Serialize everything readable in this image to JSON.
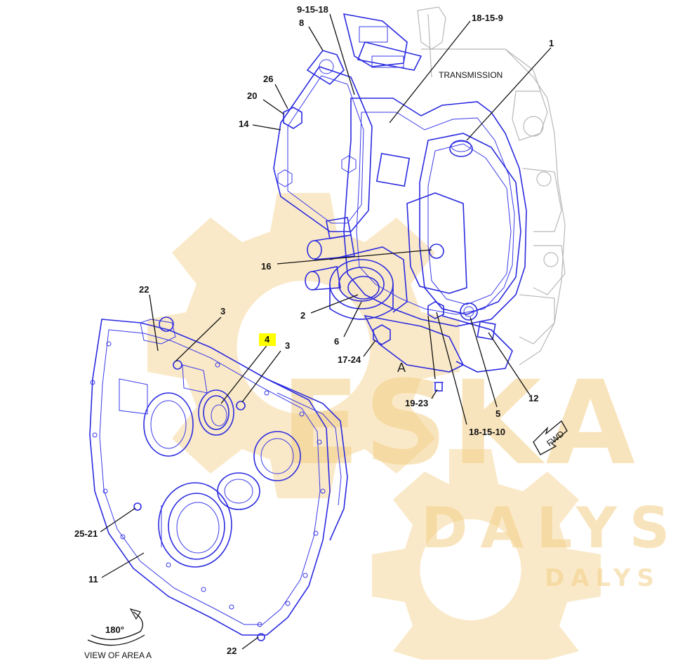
{
  "labels": {
    "transmission": "TRANSMISSION",
    "view_letter": "A",
    "view_caption": "VIEW OF AREA A",
    "rotation": "180°",
    "fwd": "FWD"
  },
  "callouts": {
    "c_9_15_18": "9-15-18",
    "c_8": "8",
    "c_18_15_9": "18-15-9",
    "c_1": "1",
    "c_26": "26",
    "c_20": "20",
    "c_14": "14",
    "c_16": "16",
    "c_2": "2",
    "c_6": "6",
    "c_17_24": "17-24",
    "c_19_23": "19-23",
    "c_18_15_10": "18-15-10",
    "c_5": "5",
    "c_12": "12",
    "c_22_top": "22",
    "c_3_left": "3",
    "c_4": "4",
    "c_3_right": "3",
    "c_25_21": "25-21",
    "c_11": "11",
    "c_22_bottom": "22"
  },
  "watermark": {
    "big": "ESKA",
    "mid": "DALYS",
    "small": "DALYS"
  },
  "colors": {
    "part_line": "#2a2ae0",
    "highlight": "#ffff00",
    "watermark": "#f4cf86"
  }
}
